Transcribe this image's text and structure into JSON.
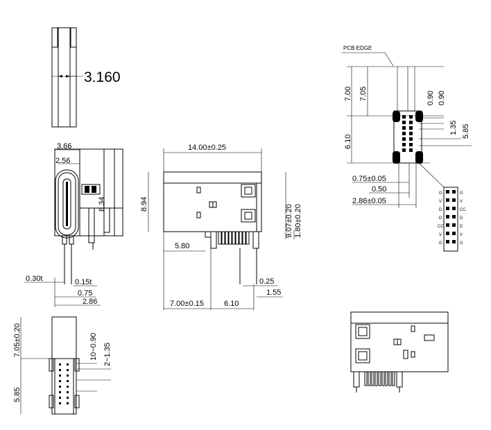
{
  "views": {
    "side_thin": {
      "thickness": "3.160"
    },
    "front": {
      "width_outer": "3.66",
      "width_inner": "2.56",
      "height": "8.34",
      "shell_t": "0.30t",
      "contact_t": "0.15t",
      "pitch": "0.75",
      "overall": "2.86"
    },
    "top_outline": {
      "length": "14.00±0.25",
      "height": "8.94",
      "height_a": "9.07±0.20",
      "height_b": "1.80±0.20",
      "pin_offset": "5.80",
      "x1": "7.00±0.15",
      "x2": "6.10",
      "pad_w": "0.25",
      "pad_off": "1.55"
    },
    "pcb_layout": {
      "edge_label": "PCB EDGE",
      "d_7_00": "7.00",
      "d_7_05": "7.05",
      "d_6_10": "6.10",
      "d_0_90a": "0.90",
      "d_0_90b": "0.90",
      "d_1_35": "1.35",
      "d_5_85": "5.85",
      "d_075": "0.75±0.05",
      "d_050": "0.50",
      "d_286": "2.86±0.05",
      "pin_labels_left": [
        "G",
        "V",
        "D",
        "D",
        "CC",
        "V",
        "G"
      ],
      "pin_labels_right": [
        "G",
        "V",
        "CC",
        "D",
        "D",
        "V",
        "G"
      ]
    },
    "bottom_left": {
      "d_705": "7.05±0.20",
      "d_10_090": "10~0.90",
      "d_2_135": "2~1.35",
      "d_585": "5.85"
    }
  }
}
